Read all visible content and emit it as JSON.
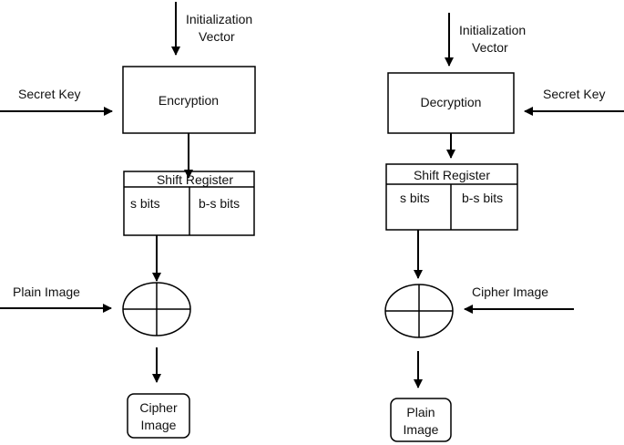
{
  "encryption_side": {
    "iv_label_line1": "Initialization",
    "iv_label_line2": "Vector",
    "secret_key_label": "Secret Key",
    "cipher_block_label": "Encryption",
    "shift_register_label": "Shift Register",
    "s_bits_label": "s bits",
    "bs_bits_label": "b-s bits",
    "input_label": "Plain Image",
    "output_label_line1": "Cipher",
    "output_label_line2": "Image"
  },
  "decryption_side": {
    "iv_label_line1": "Initialization",
    "iv_label_line2": "Vector",
    "secret_key_label": "Secret Key",
    "cipher_block_label": "Decryption",
    "shift_register_label": "Shift Register",
    "s_bits_label": "s bits",
    "bs_bits_label": "b-s bits",
    "input_label": "Cipher Image",
    "output_label_line1": "Plain",
    "output_label_line2": "Image"
  },
  "colors": {
    "stroke": "#000000",
    "text": "#111111",
    "background": "#ffffff"
  }
}
